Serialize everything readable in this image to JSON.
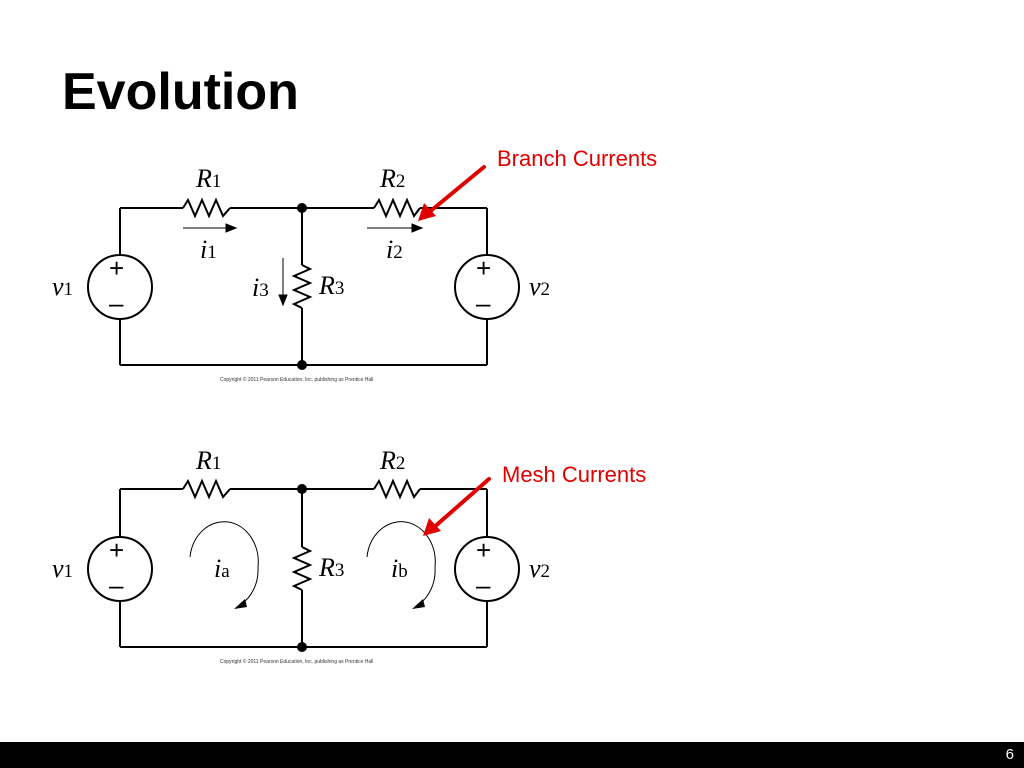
{
  "slide": {
    "title": "Evolution",
    "page_number": "6"
  },
  "colors": {
    "annotation": "#e00000",
    "footer": "#000000"
  },
  "annotations": {
    "branch": "Branch Currents",
    "mesh": "Mesh Currents"
  },
  "circuit_branch": {
    "resistors": [
      {
        "name": "R",
        "sub": "1"
      },
      {
        "name": "R",
        "sub": "2"
      },
      {
        "name": "R",
        "sub": "3"
      }
    ],
    "sources": [
      {
        "name": "v",
        "sub": "1",
        "plus": "+",
        "minus": "–"
      },
      {
        "name": "v",
        "sub": "2",
        "plus": "+",
        "minus": "–"
      }
    ],
    "currents": [
      {
        "name": "i",
        "sub": "1"
      },
      {
        "name": "i",
        "sub": "2"
      },
      {
        "name": "i",
        "sub": "3"
      }
    ],
    "copyright": "Copyright © 2011 Pearson Education, Inc. publishing as Prentice Hall"
  },
  "circuit_mesh": {
    "resistors": [
      {
        "name": "R",
        "sub": "1"
      },
      {
        "name": "R",
        "sub": "2"
      },
      {
        "name": "R",
        "sub": "3"
      }
    ],
    "sources": [
      {
        "name": "v",
        "sub": "1",
        "plus": "+",
        "minus": "–"
      },
      {
        "name": "v",
        "sub": "2",
        "plus": "+",
        "minus": "–"
      }
    ],
    "currents": [
      {
        "name": "i",
        "sub": "a"
      },
      {
        "name": "i",
        "sub": "b"
      }
    ],
    "copyright": "Copyright © 2011 Pearson Education, Inc. publishing as Prentice Hall"
  }
}
